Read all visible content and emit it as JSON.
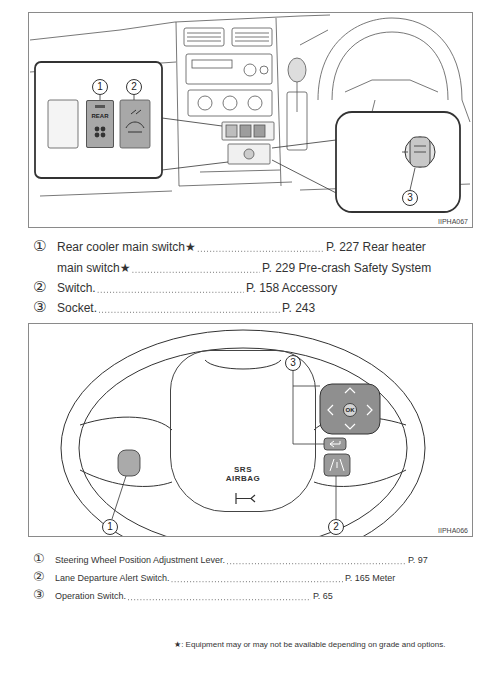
{
  "diagram": {
    "nodes": [
      {
        "text": [
          "IIPHA067"
        ]
      },
      {
        "text": [
          "1"
        ],
        "in": 0
      },
      {
        "text": [
          "2"
        ],
        "in": 0
      },
      {
        "text": [
          "REAR"
        ],
        "in": 0
      },
      {
        "text": [
          "3"
        ],
        "in": 0
      },
      {
        "text": [
          "IIPHA066"
        ]
      },
      {
        "text": [
          "3"
        ],
        "in": 5
      },
      {
        "text": [
          "SRS AIRBAG"
        ],
        "in": 5
      },
      {
        "text": [
          "OK"
        ],
        "in": 5
      },
      {
        "text": [
          "1"
        ],
        "in": 5
      },
      {
        "text": [
          "2"
        ],
        "in": 5
      }
    ],
    "labels": [
      "①",
      "Rear cooler main switch★",
      "P. 227 Rear heater",
      "main switch★",
      "P. 229 Pre-crash Safety System",
      "②",
      "Switch.",
      "P. 158 Accessory",
      "③",
      "Socket.",
      "P. 243",
      "①",
      "Steering Wheel Position Adjustment Lever.",
      "P. 97",
      "②",
      "Lane Departure Alert Switch.",
      "P. 165 Meter",
      "③",
      "Operation Switch.",
      "P. 65",
      "★: Equipment may or may not be available depending on grade and options."
    ]
  }
}
